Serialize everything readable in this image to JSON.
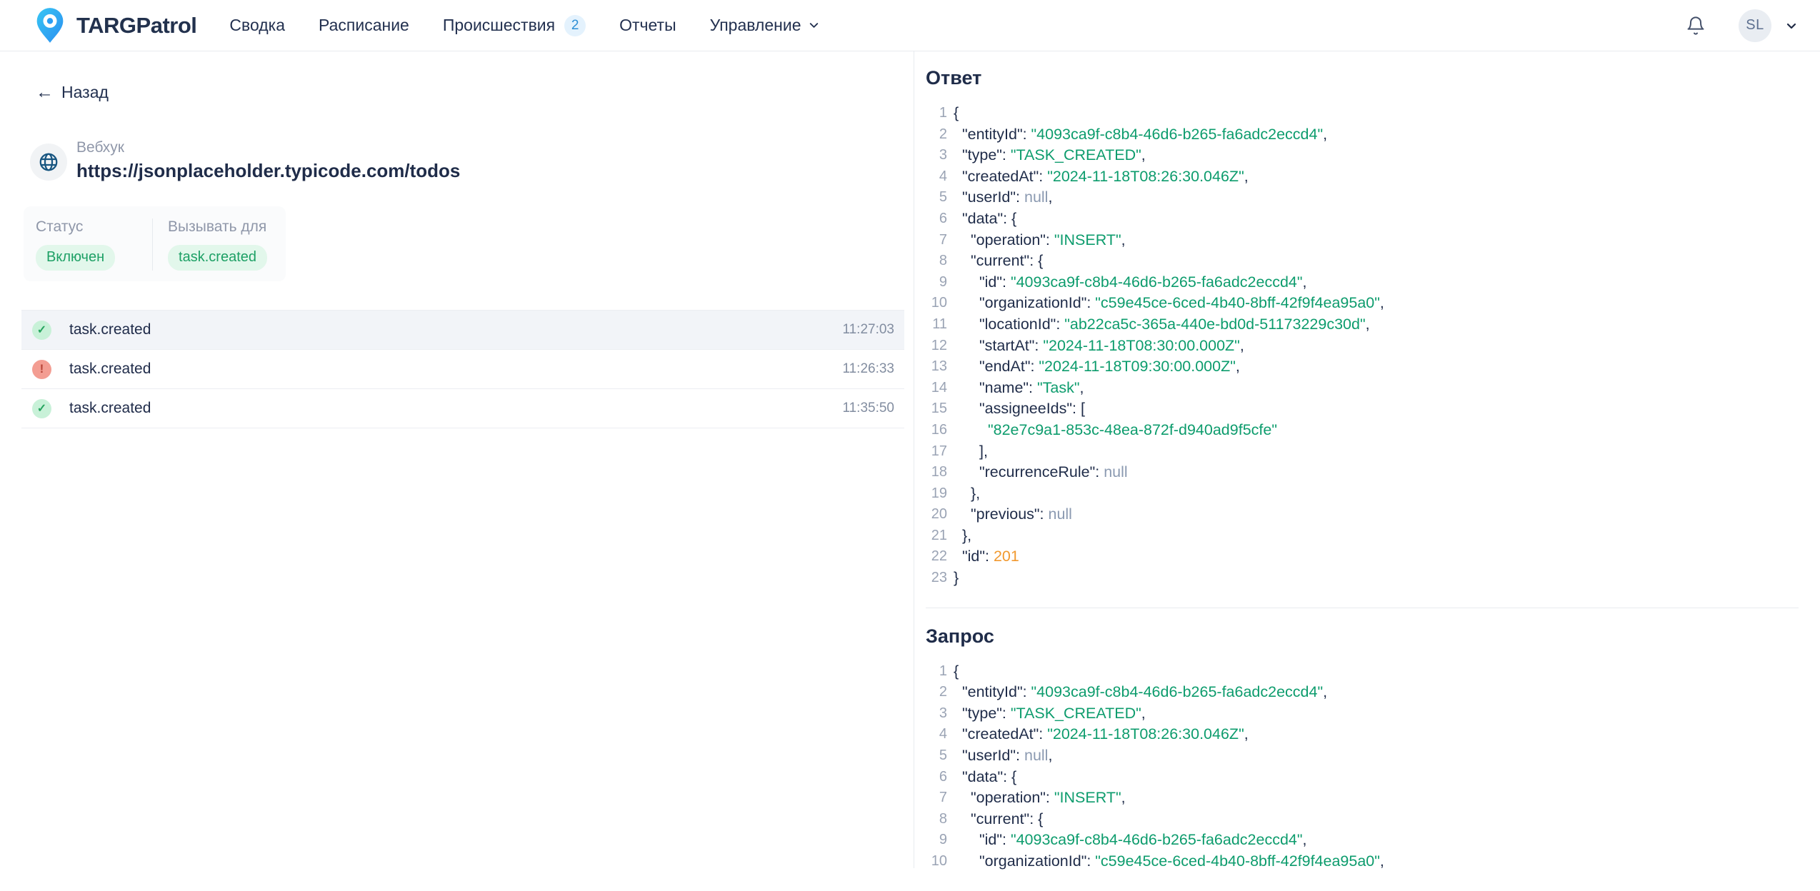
{
  "colors": {
    "accent_green": "#0d9c6d",
    "pill_green_bg": "#e2f7eb",
    "pill_green_text": "#1da065",
    "number_orange": "#f1992f",
    "null_gray": "#8b9ab1",
    "navy_text": "#1f2c49",
    "badge_blue_bg": "#e4f2fd",
    "badge_blue_text": "#2e8fd5",
    "error_red_bg": "#f39d92",
    "success_green_bg": "#c8f1d8",
    "selected_row_bg": "#f2f4f8"
  },
  "icons": {
    "back_arrow": "←",
    "success_glyph": "✓",
    "error_glyph": "!"
  },
  "header": {
    "logo_text": "TARGPatrol",
    "nav": [
      {
        "id": "summary",
        "label": "Сводка"
      },
      {
        "id": "schedule",
        "label": "Расписание"
      },
      {
        "id": "incidents",
        "label": "Происшествия",
        "badge": "2"
      },
      {
        "id": "reports",
        "label": "Отчеты"
      },
      {
        "id": "management",
        "label": "Управление",
        "chevron": true
      }
    ],
    "avatar_initials": "SL"
  },
  "left": {
    "back_label": "Назад",
    "webhook": {
      "type_label": "Вебхук",
      "url": "https://jsonplaceholder.typicode.com/todos"
    },
    "status_card": {
      "status_label": "Статус",
      "status_value": "Включен",
      "trigger_label": "Вызывать для",
      "trigger_value": "task.created"
    },
    "events": [
      {
        "status": "success",
        "name": "task.created",
        "time": "11:27:03",
        "selected": true
      },
      {
        "status": "error",
        "name": "task.created",
        "time": "11:26:33",
        "selected": false
      },
      {
        "status": "success",
        "name": "task.created",
        "time": "11:35:50",
        "selected": false
      }
    ]
  },
  "right": {
    "response": {
      "title": "Ответ",
      "lines": [
        [
          1,
          0,
          [
            [
              "p",
              "{"
            ]
          ]
        ],
        [
          2,
          1,
          [
            [
              "k",
              "\"entityId\""
            ],
            [
              "p",
              ": "
            ],
            [
              "s",
              "\"4093ca9f-c8b4-46d6-b265-fa6adc2eccd4\""
            ],
            [
              "p",
              ","
            ]
          ]
        ],
        [
          3,
          1,
          [
            [
              "k",
              "\"type\""
            ],
            [
              "p",
              ": "
            ],
            [
              "s",
              "\"TASK_CREATED\""
            ],
            [
              "p",
              ","
            ]
          ]
        ],
        [
          4,
          1,
          [
            [
              "k",
              "\"createdAt\""
            ],
            [
              "p",
              ": "
            ],
            [
              "s",
              "\"2024-11-18T08:26:30.046Z\""
            ],
            [
              "p",
              ","
            ]
          ]
        ],
        [
          5,
          1,
          [
            [
              "k",
              "\"userId\""
            ],
            [
              "p",
              ": "
            ],
            [
              "n",
              "null"
            ],
            [
              "p",
              ","
            ]
          ]
        ],
        [
          6,
          1,
          [
            [
              "k",
              "\"data\""
            ],
            [
              "p",
              ": {"
            ]
          ]
        ],
        [
          7,
          2,
          [
            [
              "k",
              "\"operation\""
            ],
            [
              "p",
              ": "
            ],
            [
              "s",
              "\"INSERT\""
            ],
            [
              "p",
              ","
            ]
          ]
        ],
        [
          8,
          2,
          [
            [
              "k",
              "\"current\""
            ],
            [
              "p",
              ": {"
            ]
          ]
        ],
        [
          9,
          3,
          [
            [
              "k",
              "\"id\""
            ],
            [
              "p",
              ": "
            ],
            [
              "s",
              "\"4093ca9f-c8b4-46d6-b265-fa6adc2eccd4\""
            ],
            [
              "p",
              ","
            ]
          ]
        ],
        [
          10,
          3,
          [
            [
              "k",
              "\"organizationId\""
            ],
            [
              "p",
              ": "
            ],
            [
              "s",
              "\"c59e45ce-6ced-4b40-8bff-42f9f4ea95a0\""
            ],
            [
              "p",
              ","
            ]
          ]
        ],
        [
          11,
          3,
          [
            [
              "k",
              "\"locationId\""
            ],
            [
              "p",
              ": "
            ],
            [
              "s",
              "\"ab22ca5c-365a-440e-bd0d-51173229c30d\""
            ],
            [
              "p",
              ","
            ]
          ]
        ],
        [
          12,
          3,
          [
            [
              "k",
              "\"startAt\""
            ],
            [
              "p",
              ": "
            ],
            [
              "s",
              "\"2024-11-18T08:30:00.000Z\""
            ],
            [
              "p",
              ","
            ]
          ]
        ],
        [
          13,
          3,
          [
            [
              "k",
              "\"endAt\""
            ],
            [
              "p",
              ": "
            ],
            [
              "s",
              "\"2024-11-18T09:30:00.000Z\""
            ],
            [
              "p",
              ","
            ]
          ]
        ],
        [
          14,
          3,
          [
            [
              "k",
              "\"name\""
            ],
            [
              "p",
              ": "
            ],
            [
              "s",
              "\"Task\""
            ],
            [
              "p",
              ","
            ]
          ]
        ],
        [
          15,
          3,
          [
            [
              "k",
              "\"assigneeIds\""
            ],
            [
              "p",
              ": ["
            ]
          ]
        ],
        [
          16,
          4,
          [
            [
              "s",
              "\"82e7c9a1-853c-48ea-872f-d940ad9f5cfe\""
            ]
          ]
        ],
        [
          17,
          3,
          [
            [
              "p",
              "],"
            ]
          ]
        ],
        [
          18,
          3,
          [
            [
              "k",
              "\"recurrenceRule\""
            ],
            [
              "p",
              ": "
            ],
            [
              "n",
              "null"
            ]
          ]
        ],
        [
          19,
          2,
          [
            [
              "p",
              "},"
            ]
          ]
        ],
        [
          20,
          2,
          [
            [
              "k",
              "\"previous\""
            ],
            [
              "p",
              ": "
            ],
            [
              "n",
              "null"
            ]
          ]
        ],
        [
          21,
          1,
          [
            [
              "p",
              "},"
            ]
          ]
        ],
        [
          22,
          1,
          [
            [
              "k",
              "\"id\""
            ],
            [
              "p",
              ": "
            ],
            [
              "num",
              "201"
            ]
          ]
        ],
        [
          23,
          0,
          [
            [
              "p",
              "}"
            ]
          ]
        ]
      ]
    },
    "request": {
      "title": "Запрос",
      "lines": [
        [
          1,
          0,
          [
            [
              "p",
              "{"
            ]
          ]
        ],
        [
          2,
          1,
          [
            [
              "k",
              "\"entityId\""
            ],
            [
              "p",
              ": "
            ],
            [
              "s",
              "\"4093ca9f-c8b4-46d6-b265-fa6adc2eccd4\""
            ],
            [
              "p",
              ","
            ]
          ]
        ],
        [
          3,
          1,
          [
            [
              "k",
              "\"type\""
            ],
            [
              "p",
              ": "
            ],
            [
              "s",
              "\"TASK_CREATED\""
            ],
            [
              "p",
              ","
            ]
          ]
        ],
        [
          4,
          1,
          [
            [
              "k",
              "\"createdAt\""
            ],
            [
              "p",
              ": "
            ],
            [
              "s",
              "\"2024-11-18T08:26:30.046Z\""
            ],
            [
              "p",
              ","
            ]
          ]
        ],
        [
          5,
          1,
          [
            [
              "k",
              "\"userId\""
            ],
            [
              "p",
              ": "
            ],
            [
              "n",
              "null"
            ],
            [
              "p",
              ","
            ]
          ]
        ],
        [
          6,
          1,
          [
            [
              "k",
              "\"data\""
            ],
            [
              "p",
              ": {"
            ]
          ]
        ],
        [
          7,
          2,
          [
            [
              "k",
              "\"operation\""
            ],
            [
              "p",
              ": "
            ],
            [
              "s",
              "\"INSERT\""
            ],
            [
              "p",
              ","
            ]
          ]
        ],
        [
          8,
          2,
          [
            [
              "k",
              "\"current\""
            ],
            [
              "p",
              ": {"
            ]
          ]
        ],
        [
          9,
          3,
          [
            [
              "k",
              "\"id\""
            ],
            [
              "p",
              ": "
            ],
            [
              "s",
              "\"4093ca9f-c8b4-46d6-b265-fa6adc2eccd4\""
            ],
            [
              "p",
              ","
            ]
          ]
        ],
        [
          10,
          3,
          [
            [
              "k",
              "\"organizationId\""
            ],
            [
              "p",
              ": "
            ],
            [
              "s",
              "\"c59e45ce-6ced-4b40-8bff-42f9f4ea95a0\""
            ],
            [
              "p",
              ","
            ]
          ]
        ]
      ]
    }
  }
}
